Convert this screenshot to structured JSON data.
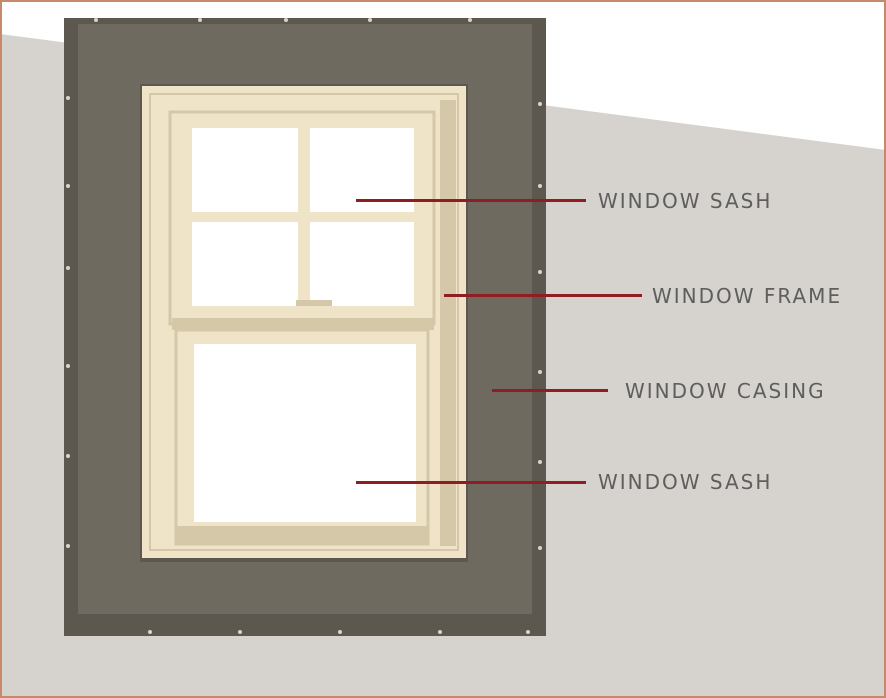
{
  "colors": {
    "wall": "#d6d3ce",
    "sky": "#ffffff",
    "border": "#c6896a",
    "casing": "#6e6a60",
    "casing_dark": "#5c584f",
    "frame": "#efe4c8",
    "frame_shadow": "#d5c8a8",
    "glass": "#ffffff",
    "leader": "#8f1d22",
    "label": "#5e5e5e"
  },
  "callouts": [
    {
      "id": "upper-sash",
      "text": "WINDOW SASH"
    },
    {
      "id": "frame",
      "text": "WINDOW FRAME"
    },
    {
      "id": "casing",
      "text": "WINDOW CASING"
    },
    {
      "id": "lower-sash",
      "text": "WINDOW SASH"
    }
  ]
}
